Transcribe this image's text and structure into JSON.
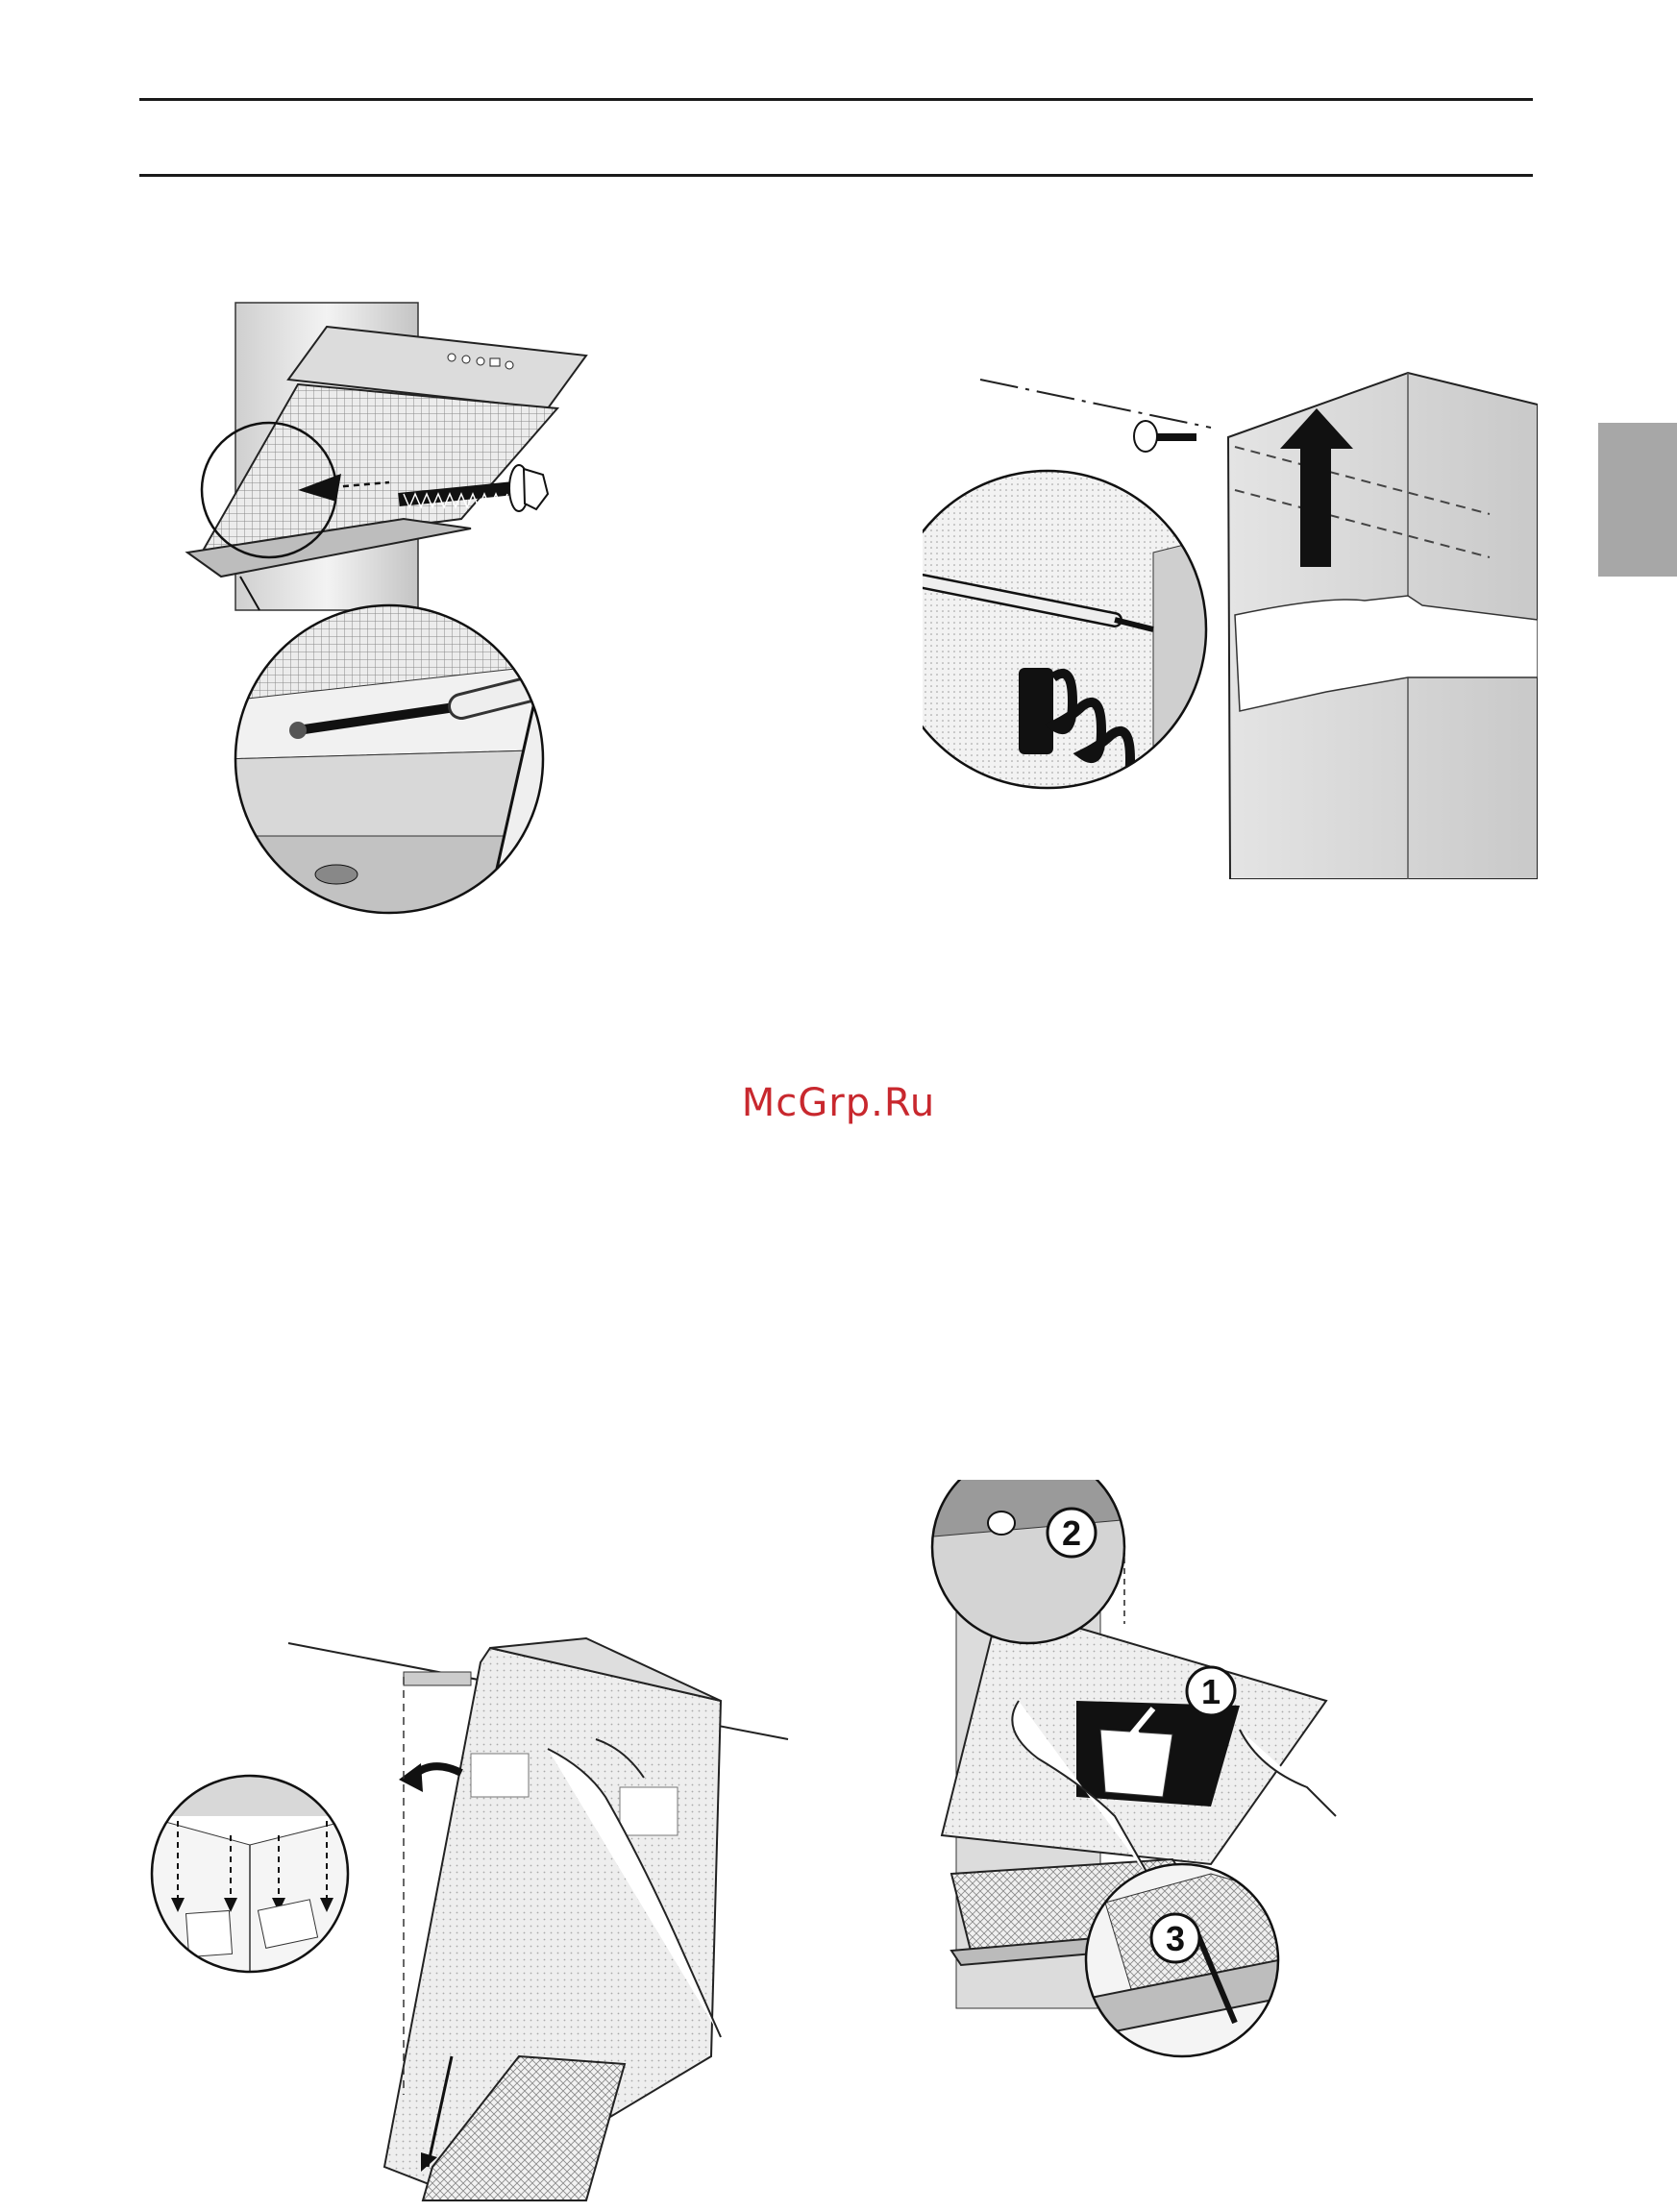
{
  "page": {
    "watermark": "McGrp.Ru",
    "callouts": {
      "step1": "1",
      "step2": "2",
      "step3": "3"
    }
  },
  "colors": {
    "watermark": "#c8282e",
    "tab": "#a7a7a7",
    "line": "#1a1a1a"
  },
  "icons": [
    "screw-icon",
    "arrow-up-icon",
    "arrow-left-icon",
    "arrow-down-icon",
    "wrench-icon"
  ]
}
